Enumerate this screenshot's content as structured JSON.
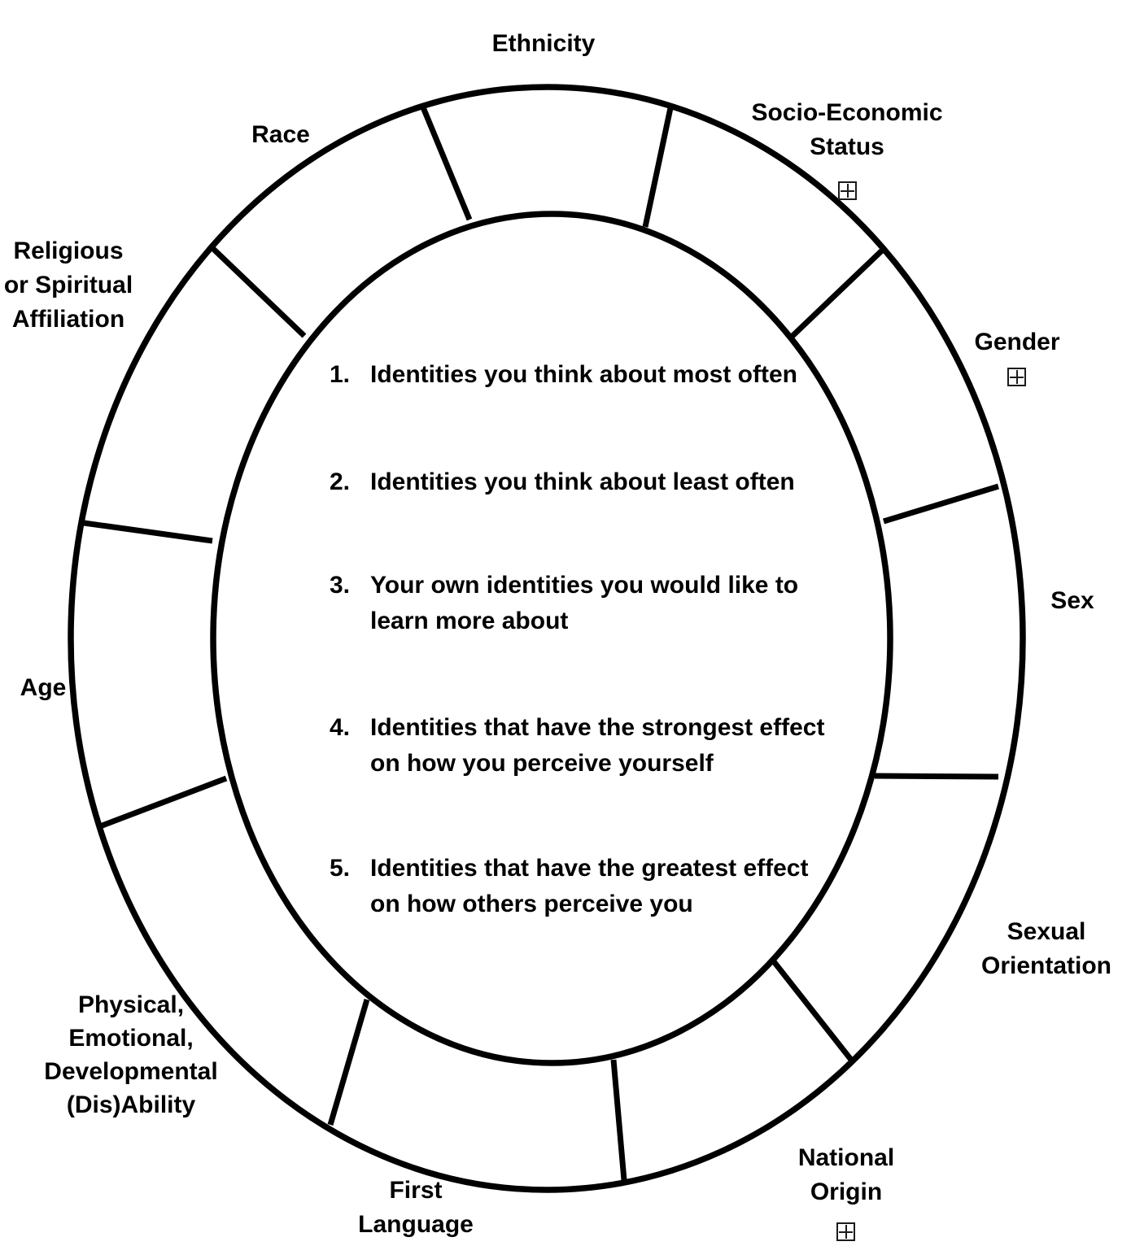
{
  "title": "Social identity wheel diagram",
  "colors": {
    "ink": "#000000",
    "icon_border": "#1b1b1b",
    "background": "#ffffff"
  },
  "icons": {
    "expand_plus": {
      "name": "expand-plus-icon",
      "glyph": "⊞"
    }
  },
  "labels": {
    "ethnicity": {
      "lines": [
        "Ethnicity"
      ]
    },
    "socio_economic_status": {
      "lines": [
        "Socio-Economic",
        "Status"
      ]
    },
    "gender": {
      "lines": [
        "Gender"
      ]
    },
    "sex": {
      "lines": [
        "Sex"
      ]
    },
    "sexual_orientation": {
      "lines": [
        "Sexual",
        "Orientation"
      ]
    },
    "national_origin": {
      "lines": [
        "National",
        "Origin"
      ]
    },
    "first_language": {
      "lines": [
        "First",
        "Language"
      ]
    },
    "disability": {
      "lines": [
        "Physical,",
        "Emotional,",
        "Developmental",
        "(Dis)Ability"
      ]
    },
    "age": {
      "lines": [
        "Age"
      ]
    },
    "religious": {
      "lines": [
        "Religious",
        "or Spiritual",
        "Affiliation"
      ]
    },
    "race": {
      "lines": [
        "Race"
      ]
    }
  },
  "prompts": [
    {
      "number": "1.",
      "lines": [
        "Identities you think about most often"
      ]
    },
    {
      "number": "2.",
      "lines": [
        "Identities you think about least often"
      ]
    },
    {
      "number": "3.",
      "lines": [
        "Your own identities you would like to",
        "learn more about"
      ]
    },
    {
      "number": "4.",
      "lines": [
        "Identities that have the strongest effect",
        "on how you perceive yourself"
      ]
    },
    {
      "number": "5.",
      "lines": [
        "Identities that have the greatest effect",
        "on how others perceive you"
      ]
    }
  ]
}
